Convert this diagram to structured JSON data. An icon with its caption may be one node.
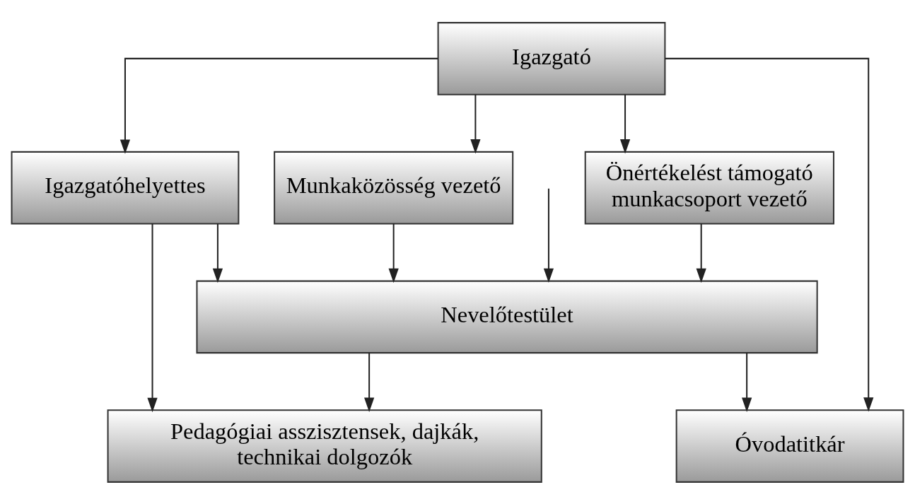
{
  "diagram": {
    "nodes": [
      {
        "text": [
          "Igazgató"
        ]
      },
      {
        "text": [
          "Igazgatóhelyettes"
        ]
      },
      {
        "text": [
          "Önértékelést támogató munkacsoport vezető"
        ]
      },
      {
        "text": [
          "Munkaközösség vezető"
        ]
      },
      {
        "text": [
          "Nevelőtestület"
        ]
      },
      {
        "text": [
          "Pedagógiai asszisztensek, dajkák, technikai dolgozók"
        ]
      },
      {
        "text": [
          "Óvodatitkár"
        ]
      }
    ],
    "edges": [
      {
        "from": 0,
        "to": 1,
        "arrow": "to"
      },
      {
        "from": 0,
        "to": 2,
        "arrow": "to"
      },
      {
        "from": 0,
        "to": 3,
        "arrow": "to"
      },
      {
        "from": 0,
        "to": 6,
        "arrow": "to"
      },
      {
        "from": null,
        "to": 4,
        "arrow": "to"
      },
      {
        "from": 1,
        "to": 4,
        "arrow": "to"
      },
      {
        "from": 2,
        "to": 4,
        "arrow": "to"
      },
      {
        "from": 3,
        "to": 4,
        "arrow": "to"
      },
      {
        "from": 1,
        "to": 5,
        "arrow": "to"
      },
      {
        "from": 4,
        "to": 5,
        "arrow": "to"
      },
      {
        "from": 4,
        "to": 6,
        "arrow": "to"
      }
    ]
  }
}
